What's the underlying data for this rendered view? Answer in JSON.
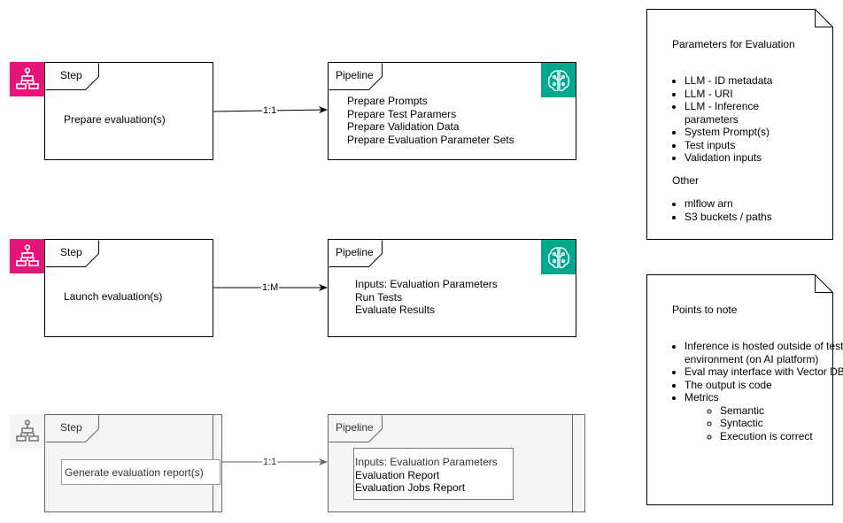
{
  "rows": [
    {
      "step": {
        "tab": "Step",
        "label": "Prepare evaluation(s)"
      },
      "edge": {
        "label": "1:1"
      },
      "pipeline": {
        "tab": "Pipeline",
        "lines": [
          "Prepare Prompts",
          "Prepare Test Paramers",
          "Prepare Validation Data",
          "Prepare Evaluation Parameter Sets"
        ]
      }
    },
    {
      "step": {
        "tab": "Step",
        "label": "Launch evaluation(s)"
      },
      "edge": {
        "label": "1:M"
      },
      "pipeline": {
        "tab": "Pipeline",
        "lines": [
          "Inputs: Evaluation Parameters",
          "Run Tests",
          "Evaluate Results"
        ]
      }
    },
    {
      "step": {
        "tab": "Step",
        "label": "Generate evaluation report(s)"
      },
      "edge": {
        "label": "1:1"
      },
      "pipeline": {
        "tab": "Pipeline",
        "lines": [
          "Inputs: Evaluation Parameters",
          "Evaluation Report",
          "Evaluation Jobs Report"
        ]
      }
    }
  ],
  "notes": {
    "params": {
      "title": "Parameters for Evaluation",
      "items": [
        "LLM - ID metadata",
        "LLM - URI",
        "LLM - Inference parameters",
        "System Prompt(s)",
        "Test inputs",
        "Validation inputs"
      ],
      "other_title": "Other",
      "other_items": [
        "mlflow arn",
        "S3 buckets / paths"
      ]
    },
    "points": {
      "title": "Points to note",
      "items": [
        "Inference is hosted outside of test environment (on AI platform)",
        "Eval may interface with Vector DBs",
        "The output is code",
        "Metrics"
      ],
      "sub_items": [
        "Semantic",
        "Syntactic",
        "Execution is correct"
      ]
    }
  },
  "colors": {
    "step_icon": "#e7157b",
    "pipeline_icon": "#01a88d",
    "disabled": "#f5f5f5",
    "disabled_border": "#666666"
  }
}
